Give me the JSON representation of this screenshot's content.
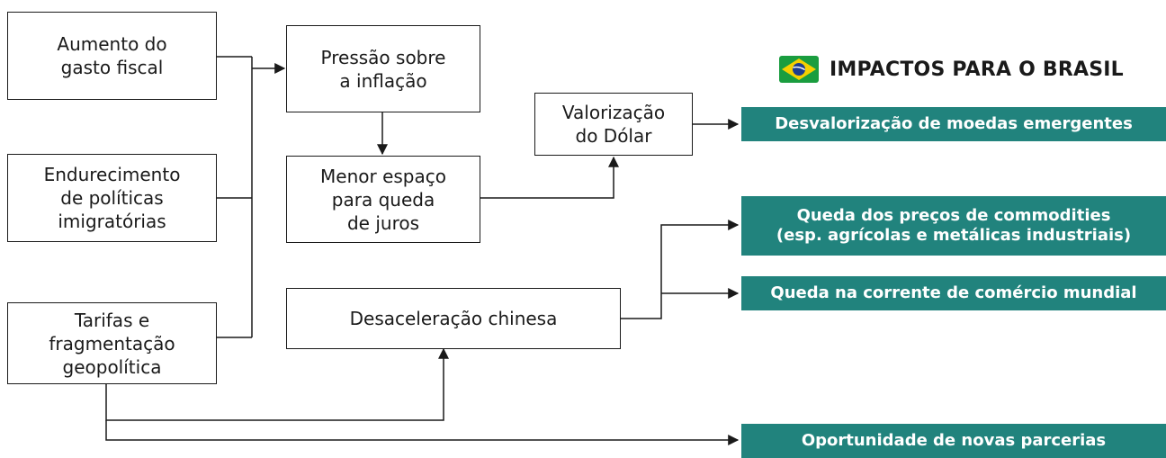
{
  "header": {
    "title": "IMPACTOS PARA O BRASIL",
    "flag_icon": "brazil-flag-icon",
    "colors": {
      "green": "#1a9d3f",
      "yellow": "#f5d000",
      "blue": "#1e3d8f"
    }
  },
  "nodes": {
    "gasto_fiscal": "Aumento do\ngasto fiscal",
    "imigracao": "Endurecimento\nde políticas\nimigratórias",
    "tarifas": "Tarifas e\nfragmentação\ngeopolítica",
    "inflacao": "Pressão sobre\na inflação",
    "juros": "Menor espaço\npara queda\nde juros",
    "dolar": "Valorização\ndo Dólar",
    "china": "Desaceleração chinesa"
  },
  "impacts": {
    "moedas": "Desvalorização de moedas emergentes",
    "commodities": "Queda dos preços de commodities\n(esp. agrícolas e metálicas industriais)",
    "comercio": "Queda na corrente de comércio mundial",
    "parcerias": "Oportunidade de novas parcerias"
  },
  "colors": {
    "impact_bg": "#21837d",
    "impact_text": "#ffffff",
    "line": "#1a1a1a"
  }
}
